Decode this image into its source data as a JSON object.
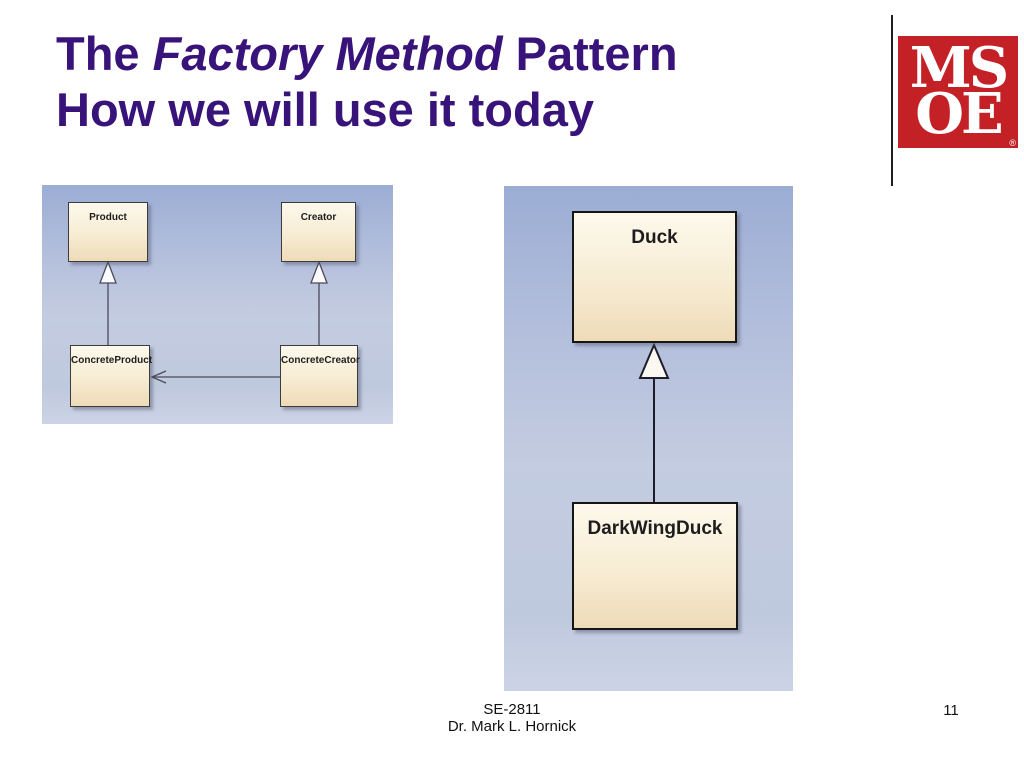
{
  "slide": {
    "title": {
      "prefix": "The ",
      "emphasis": "Factory Method",
      "suffix": " Pattern",
      "line2": "How we will use it today"
    },
    "logo": {
      "top": "MS",
      "bottom": "OE",
      "registered": "®"
    },
    "footer": {
      "course": "SE-2811",
      "author": "Dr. Mark L. Hornick",
      "page_number": "11"
    }
  },
  "left_diagram": {
    "product": "Product",
    "creator": "Creator",
    "concrete_product": "ConcreteProduct",
    "concrete_creator": "ConcreteCreator",
    "relationships": [
      "ConcreteProduct inherits Product",
      "ConcreteCreator inherits Creator",
      "ConcreteCreator creates ConcreteProduct"
    ]
  },
  "right_diagram": {
    "duck": "Duck",
    "darkwing_duck": "DarkWingDuck",
    "relationships": [
      "DarkWingDuck inherits Duck"
    ]
  },
  "colors": {
    "title_text": "#38137a",
    "logo_red": "#c42127",
    "panel_gradient_top": "#9badd4",
    "panel_gradient_bottom": "#ccd3e6",
    "uml_box_fill_top": "#fdf9ec",
    "uml_box_fill_bottom": "#eedbb8",
    "uml_box_border": "#3c3c3c",
    "footer_text": "#111111"
  }
}
